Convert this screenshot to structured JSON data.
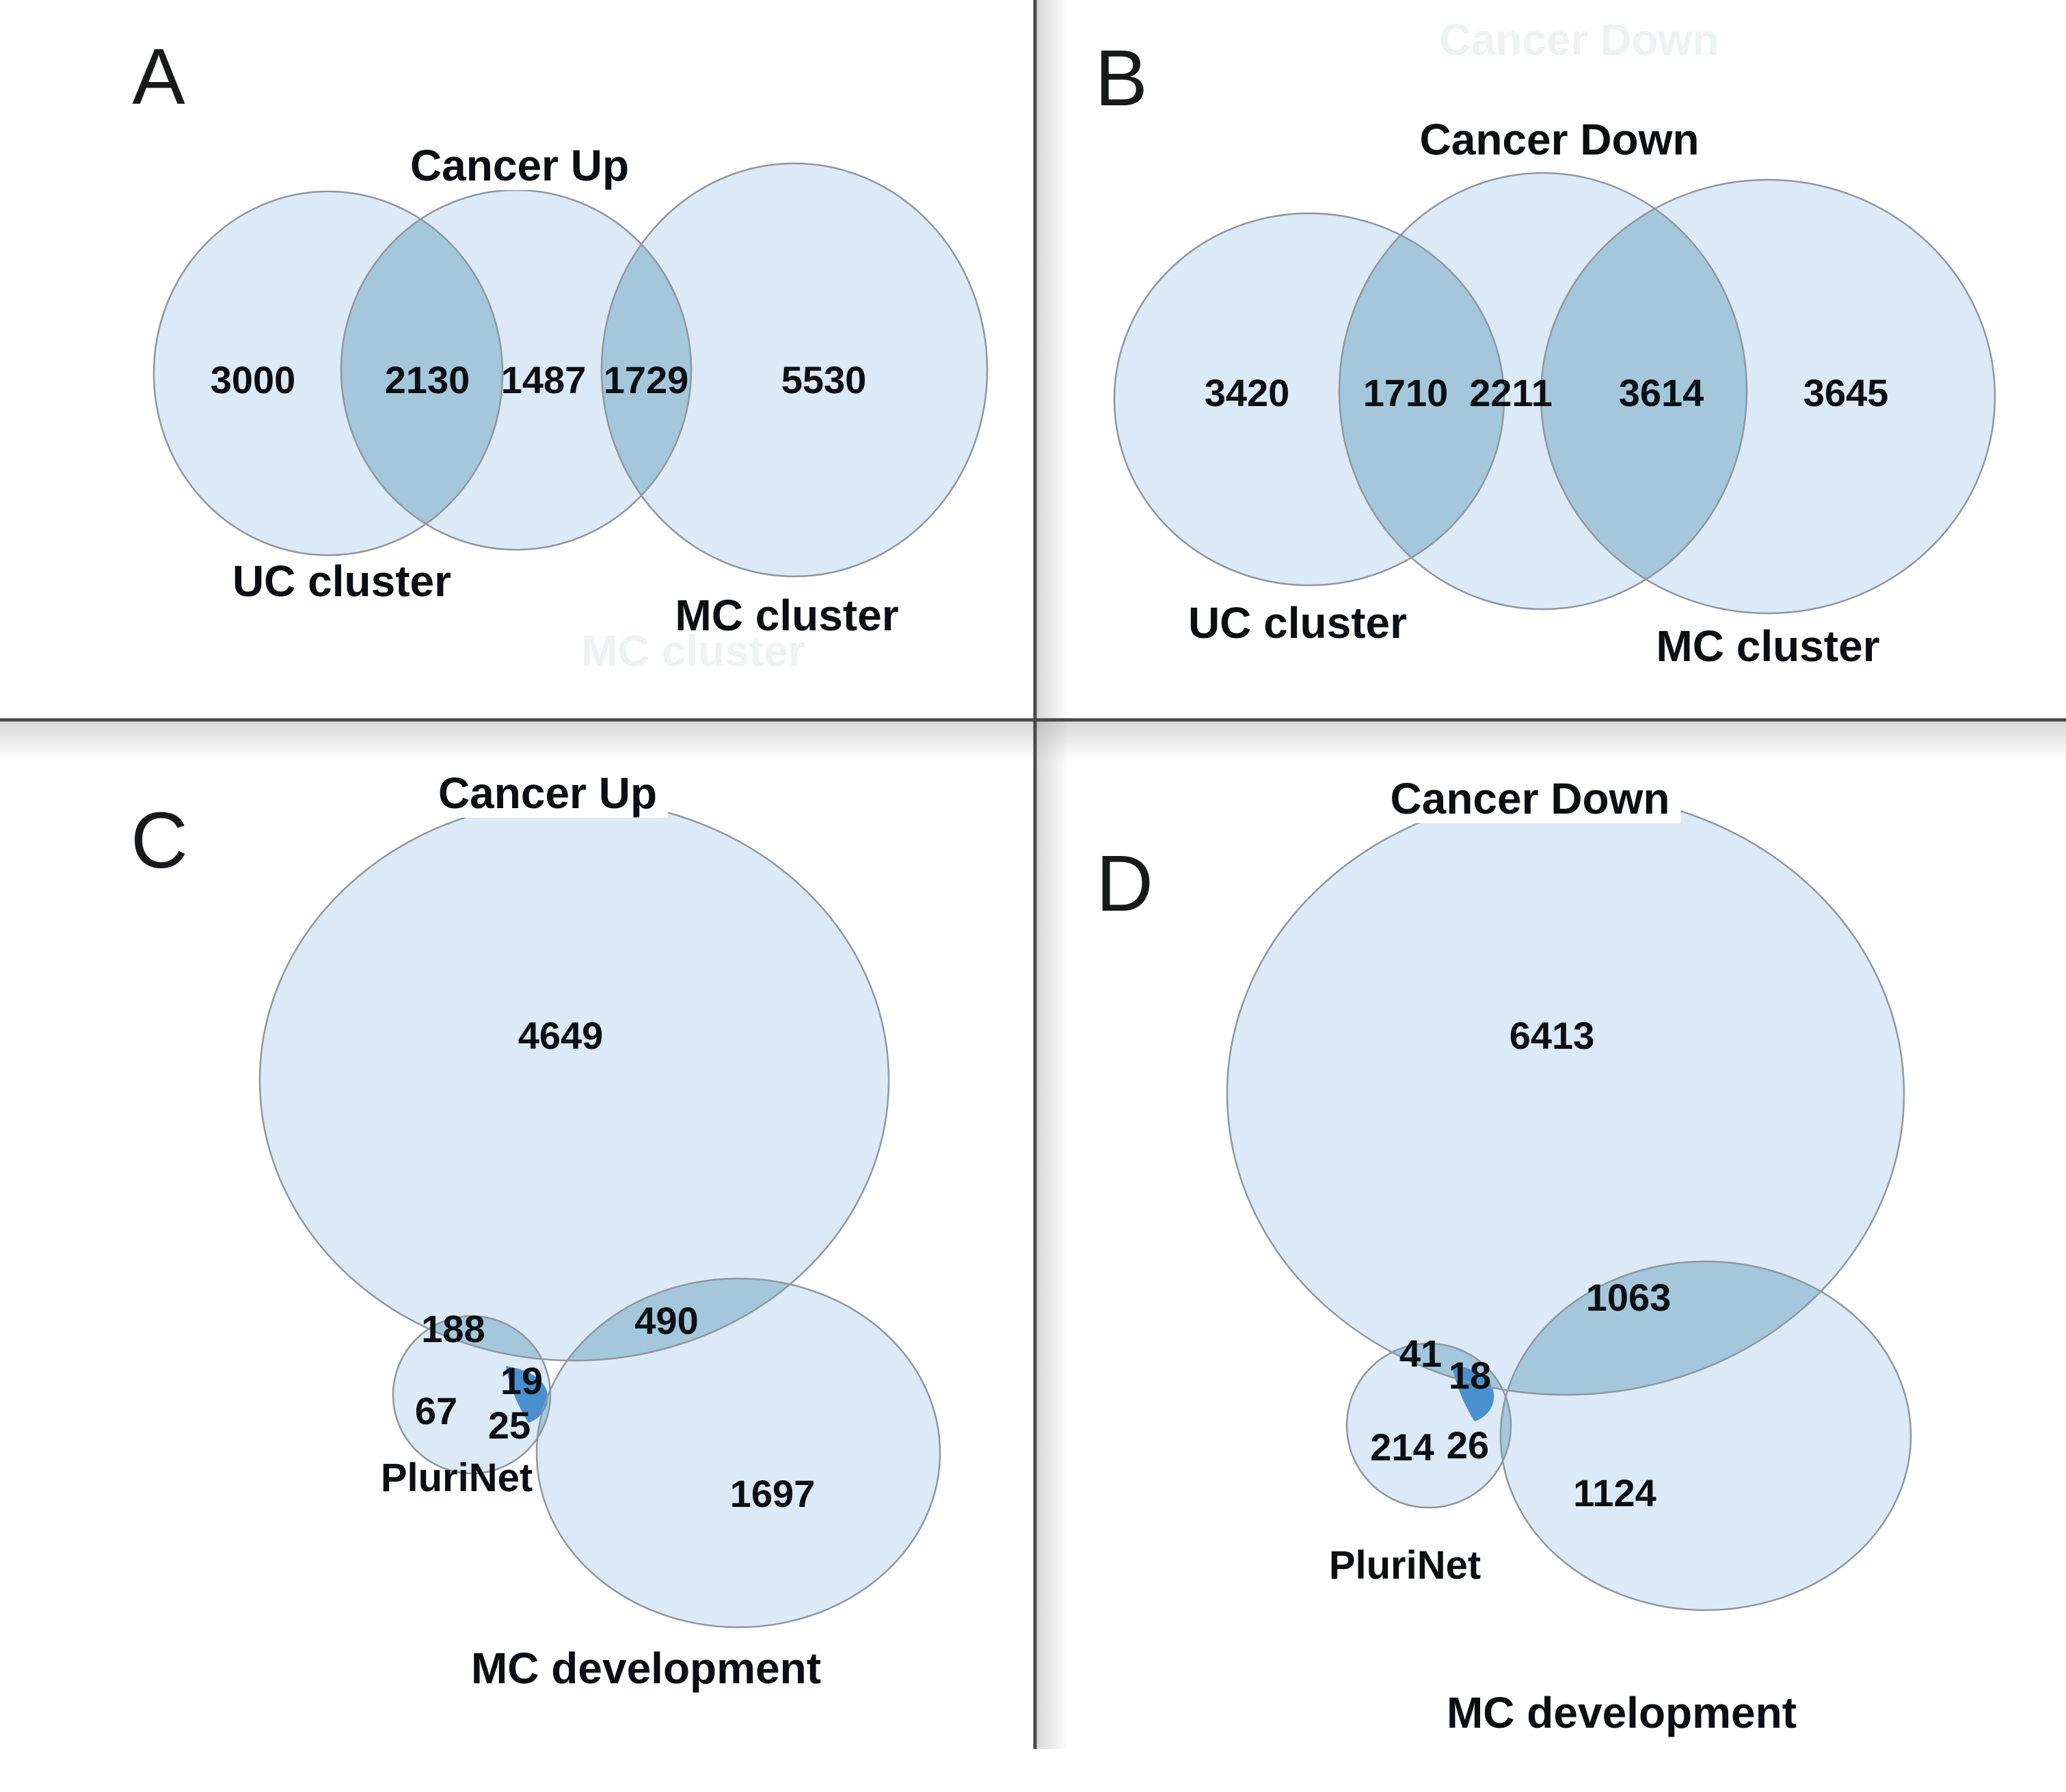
{
  "figure": {
    "type": "venn-diagram-figure",
    "background": "#ffffff",
    "colors": {
      "set_fill": "#dceaf7",
      "pair_overlap_fill": "#a4c7dc",
      "triple_overlap_fill": "#4a90d0",
      "outline": "#8e979e",
      "text": "#0b0f12",
      "divider": "#474747",
      "ghost_text": "#edf2f3"
    },
    "panels": [
      {
        "letter": "A",
        "title": "Cancer Up",
        "sets": [
          "Cancer Up",
          "UC cluster",
          "MC cluster"
        ],
        "set_labels": [
          "UC cluster",
          "MC cluster"
        ],
        "regions": [
          {
            "region": "UC cluster only",
            "value": "3000"
          },
          {
            "region": "UC cluster ∩ Cancer Up",
            "value": "2130"
          },
          {
            "region": "Cancer Up only",
            "value": "1487"
          },
          {
            "region": "Cancer Up ∩ MC cluster",
            "value": "1729"
          },
          {
            "region": "MC cluster only",
            "value": "5530"
          }
        ]
      },
      {
        "letter": "B",
        "title": "Cancer Down",
        "sets": [
          "Cancer Down",
          "UC cluster",
          "MC cluster"
        ],
        "set_labels": [
          "UC cluster",
          "MC cluster"
        ],
        "regions": [
          {
            "region": "UC cluster only",
            "value": "3420"
          },
          {
            "region": "UC cluster ∩ Cancer Down",
            "value": "1710"
          },
          {
            "region": "Cancer Down only",
            "value": "2211"
          },
          {
            "region": "Cancer Down ∩ MC cluster",
            "value": "3614"
          },
          {
            "region": "MC cluster only",
            "value": "3645"
          }
        ]
      },
      {
        "letter": "C",
        "title": "Cancer Up",
        "sets": [
          "Cancer Up",
          "PluriNet",
          "MC development"
        ],
        "set_labels": [
          "PluriNet",
          "MC development"
        ],
        "regions": [
          {
            "region": "Cancer Up only",
            "value": "4649"
          },
          {
            "region": "PluriNet ∩ Cancer Up",
            "value": "188"
          },
          {
            "region": "PluriNet ∩ Cancer Up ∩ MC development",
            "value": "19"
          },
          {
            "region": "PluriNet only",
            "value": "67"
          },
          {
            "region": "PluriNet ∩ MC development",
            "value": "25"
          },
          {
            "region": "Cancer Up ∩ MC development",
            "value": "490"
          },
          {
            "region": "MC development only",
            "value": "1697"
          }
        ]
      },
      {
        "letter": "D",
        "title": "Cancer Down",
        "sets": [
          "Cancer Down",
          "PluriNet",
          "MC development"
        ],
        "set_labels": [
          "PluriNet",
          "MC development"
        ],
        "regions": [
          {
            "region": "Cancer Down only",
            "value": "6413"
          },
          {
            "region": "PluriNet ∩ Cancer Down",
            "value": "41"
          },
          {
            "region": "PluriNet ∩ Cancer Down ∩ MC development",
            "value": "18"
          },
          {
            "region": "PluriNet only",
            "value": "214"
          },
          {
            "region": "PluriNet ∩ MC development",
            "value": "26"
          },
          {
            "region": "Cancer Down ∩ MC development",
            "value": "1063"
          },
          {
            "region": "MC development only",
            "value": "1124"
          }
        ]
      }
    ],
    "ghost_labels": [
      {
        "text": "Cancer Down"
      },
      {
        "text": "MC cluster"
      }
    ]
  }
}
